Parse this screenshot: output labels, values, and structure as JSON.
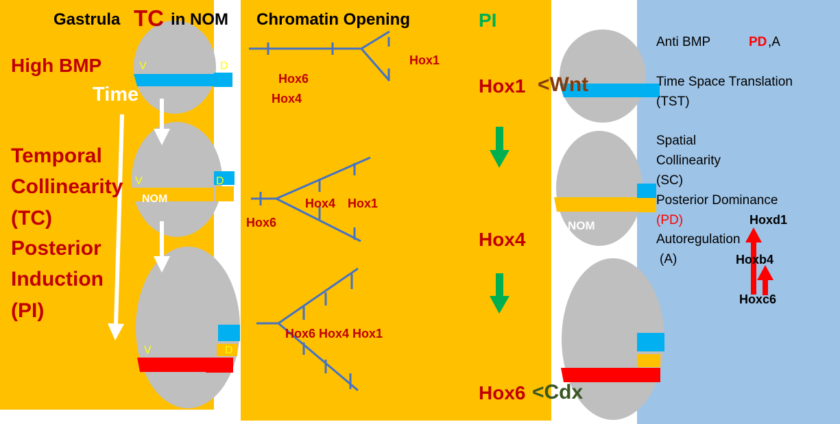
{
  "colors": {
    "orange": "#ffc000",
    "light_blue": "#9dc3e6",
    "gray": "#bfbfbf",
    "cyan": "#00b0f0",
    "red": "#ff0000",
    "dark_red": "#c00000",
    "green": "#00b050",
    "line_blue": "#4472c4",
    "white": "#ffffff"
  },
  "left": {
    "title_prefix": "Gastrula",
    "title_tc": "TC",
    "title_suffix": "in NOM",
    "high_bmp": "High BMP",
    "time": "Time",
    "tc_lines": [
      "Temporal",
      "Collinearity",
      "(TC)",
      "Posterior",
      "Induction",
      "(PI)"
    ],
    "embryo_labels": {
      "v": "V",
      "d": "D",
      "nom": "NOM"
    }
  },
  "middle": {
    "title": "Chromatin Opening",
    "row1": {
      "hox1": "Hox1",
      "hox6": "Hox6",
      "hox4": "Hox4"
    },
    "row2": {
      "hox4": "Hox4",
      "hox1": "Hox1",
      "hox6": "Hox6"
    },
    "row3": {
      "label": "Hox6 Hox4 Hox1"
    }
  },
  "pi": {
    "title": "PI",
    "hox1": "Hox1",
    "wnt": "<Wnt",
    "hox4": "Hox4",
    "hox6": "Hox6",
    "cdx": "<Cdx"
  },
  "right": {
    "nom": "NOM",
    "anti_bmp": "Anti BMP",
    "pd": "PD",
    "comma_a": ",A",
    "tst1": "Time Space Translation",
    "tst2": "(TST)",
    "spatial": "Spatial",
    "collinearity": "Collinearity",
    "sc": "(SC)",
    "posterior_dominance": "Posterior Dominance",
    "pd_paren": "(PD)",
    "autoregulation": "Autoregulation",
    "a_paren": "(A)",
    "hoxd1": "Hoxd1",
    "hoxb4": "Hoxb4",
    "hoxc6": "Hoxc6"
  }
}
